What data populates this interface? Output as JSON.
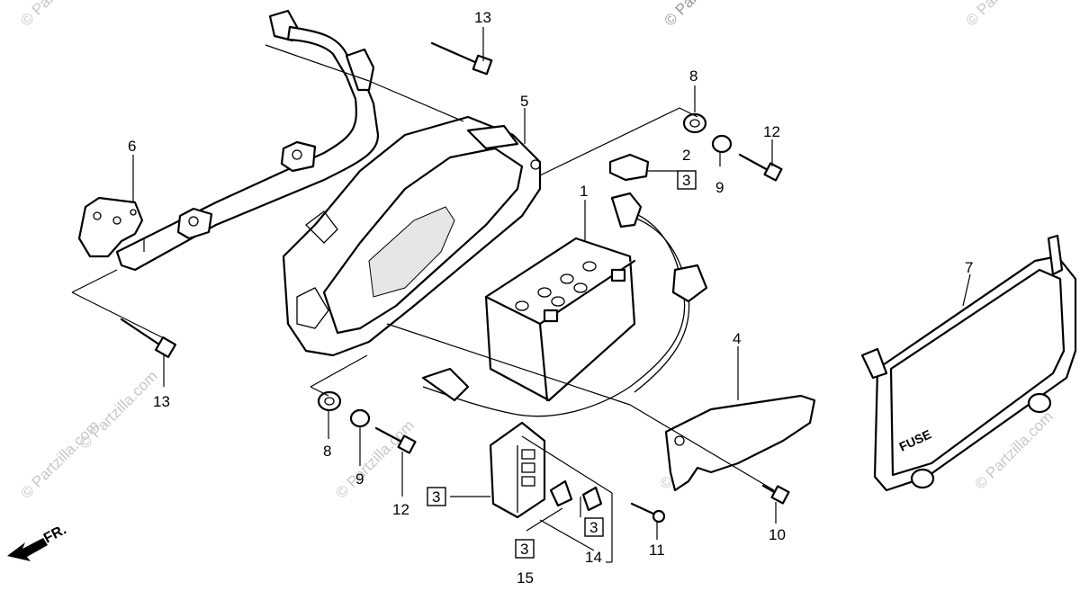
{
  "diagram": {
    "callouts": {
      "c1": "1",
      "c2": "2",
      "c4": "4",
      "c5": "5",
      "c6": "6",
      "c7": "7",
      "c8a": "8",
      "c8b": "8",
      "c9a": "9",
      "c9b": "9",
      "c10": "10",
      "c11": "11",
      "c12a": "12",
      "c12b": "12",
      "c13a": "13",
      "c13b": "13",
      "c14": "14",
      "c15": "15"
    },
    "boxed": {
      "b1": "3",
      "b2": "3",
      "b3": "3",
      "b4": "3"
    },
    "fuse_cover_text": "FUSE",
    "direction_label": "FR.",
    "watermark": "© Partzilla.com"
  }
}
